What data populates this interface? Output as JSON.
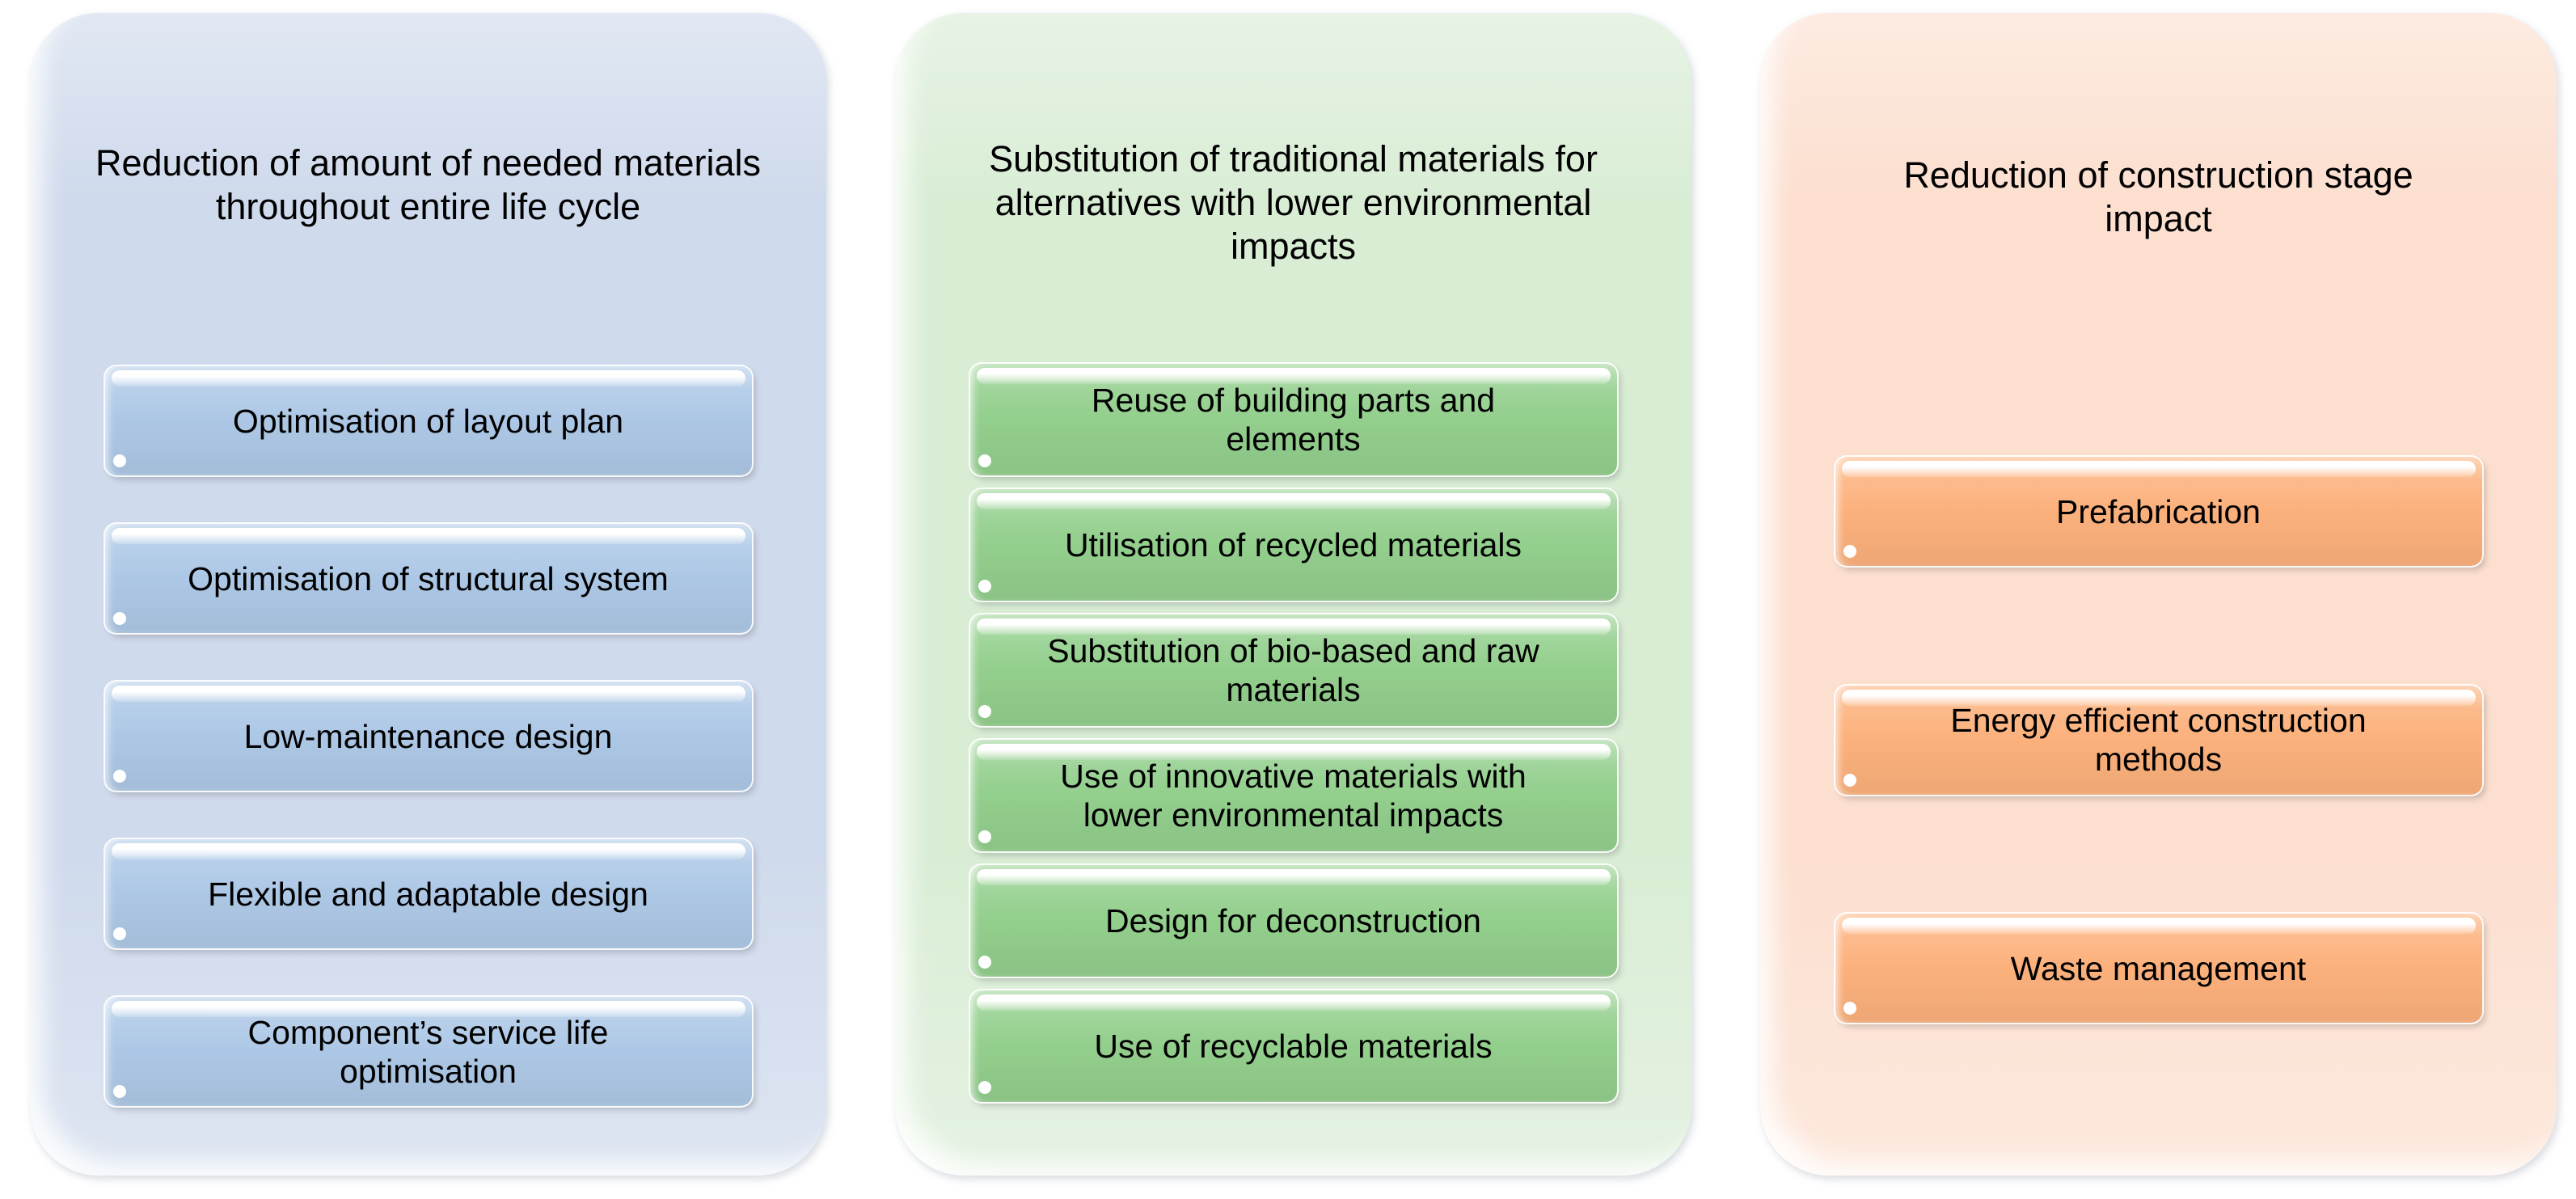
{
  "diagram": {
    "background_color": "#ffffff",
    "text_color": "#000000",
    "columns": [
      {
        "title": "Reduction of amount of needed materials throughout entire life cycle",
        "panel_color": "#cfdaec",
        "button_color": "#adc8e6",
        "items": [
          "Optimisation of layout plan",
          "Optimisation of structural system",
          "Low-maintenance design",
          "Flexible and adaptable design",
          "Component’s service life optimisation"
        ]
      },
      {
        "title": "Substitution of traditional materials for alternatives with lower environmental impacts",
        "panel_color": "#d9edd5",
        "button_color": "#93cf8d",
        "items": [
          "Reuse of building parts and elements",
          "Utilisation of recycled materials",
          "Substitution of bio-based and raw materials",
          "Use of innovative materials with lower environmental impacts",
          "Design for deconstruction",
          "Use of recyclable materials"
        ]
      },
      {
        "title": "Reduction of construction stage impact",
        "panel_color": "#fcdfcf",
        "button_color": "#fcb17c",
        "items": [
          "Prefabrication",
          "Energy efficient construction methods",
          "Waste management"
        ]
      }
    ]
  }
}
